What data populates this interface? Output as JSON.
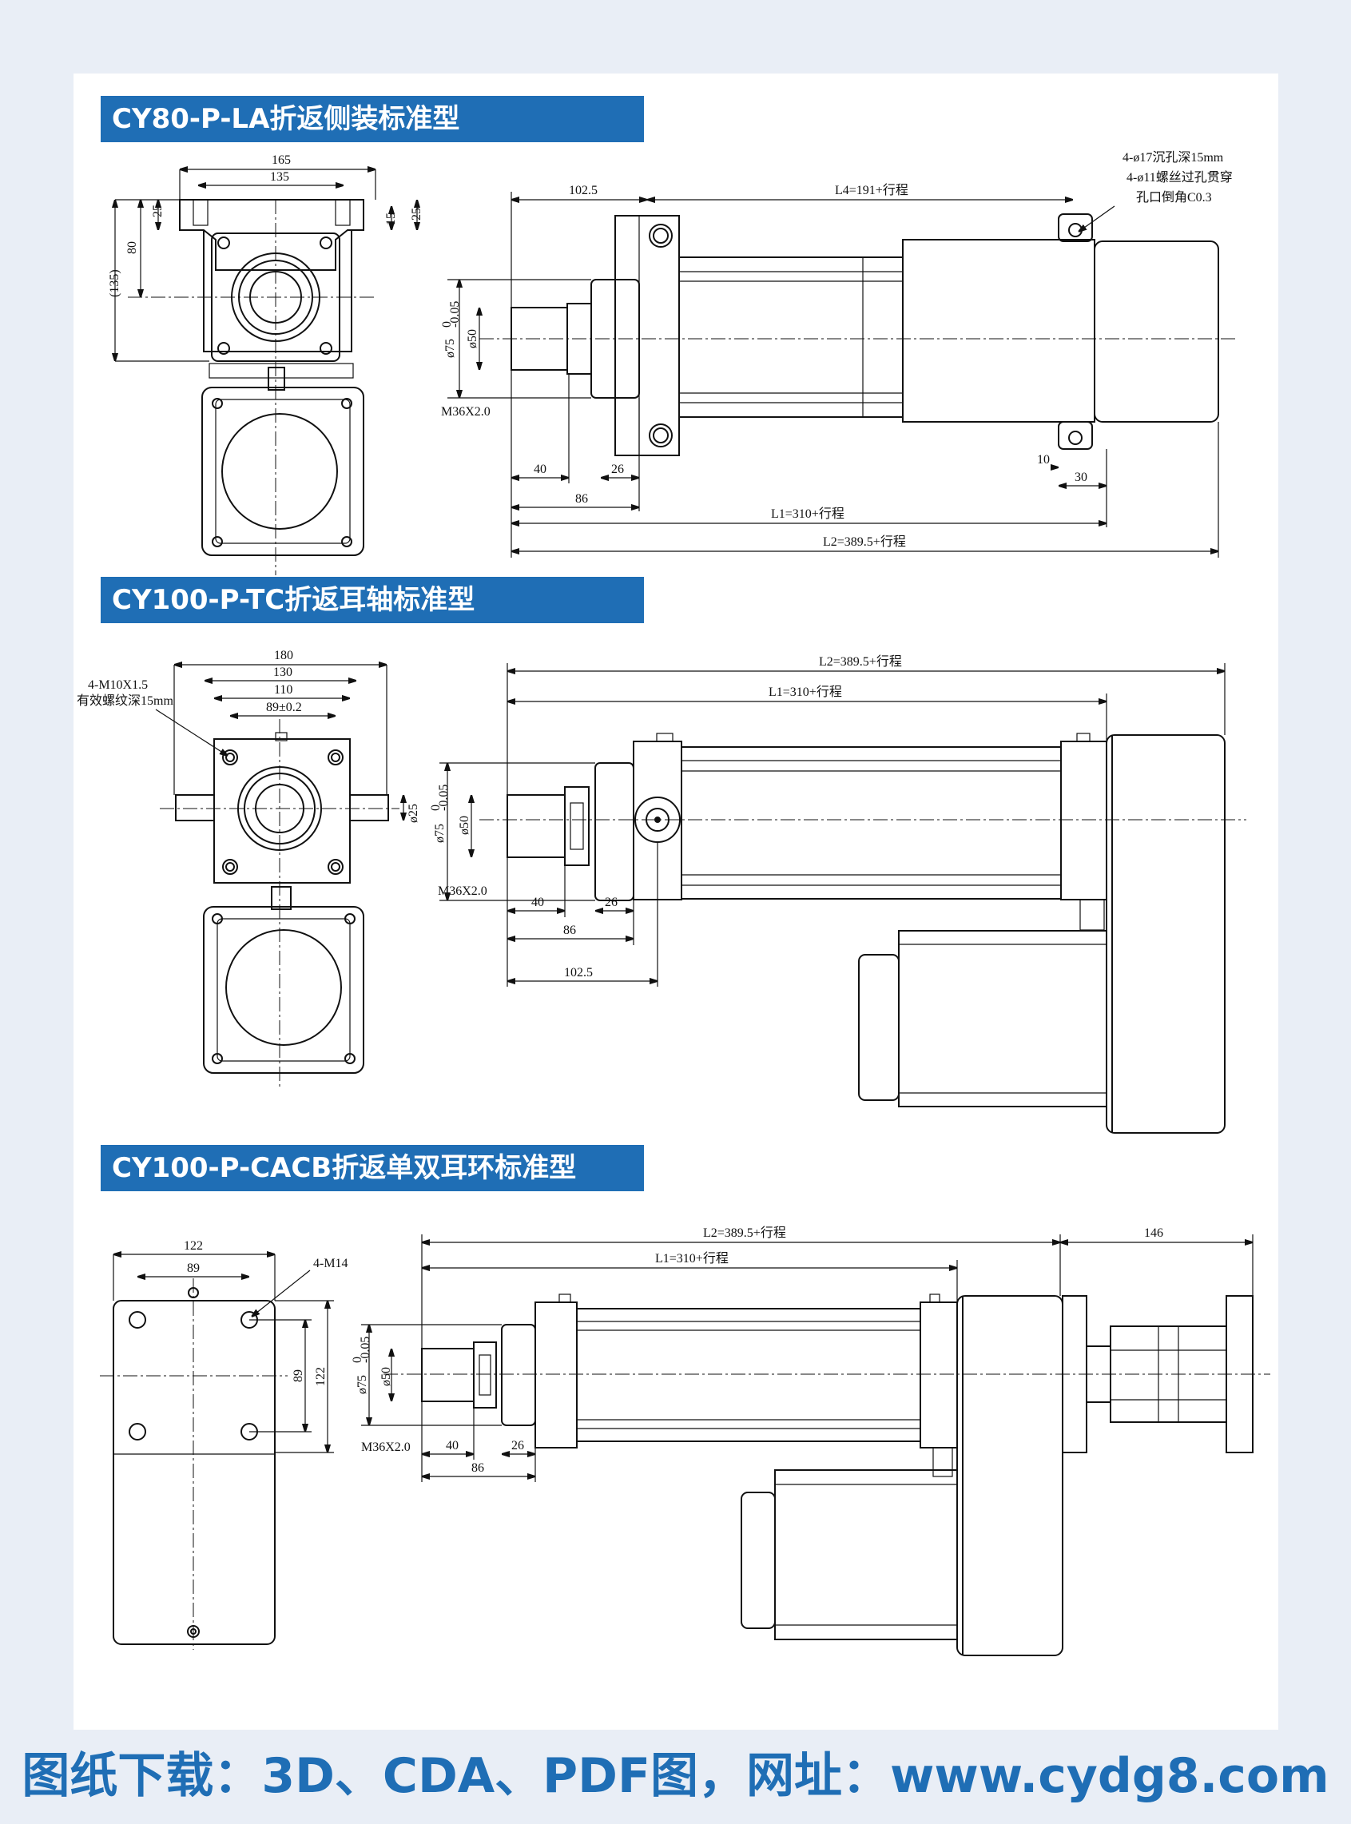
{
  "sections": [
    {
      "title": "CY80-P-LA折返侧装标准型",
      "end_view_dims": [
        "165",
        "135",
        "25",
        "80",
        "(135)",
        "15",
        "25"
      ],
      "side_view_dims": {
        "d1": "102.5",
        "l4": "L4=191+行程",
        "note1": "4-ø17沉孔深15mm",
        "note2": "4-ø11螺丝过孔贯穿",
        "note3": "孔口倒角C0.3",
        "dia75": "ø75",
        "dia75_tol": "0",
        "dia75_tol2": "-0.05",
        "dia50": "ø50",
        "thread": "M36X2.0",
        "d40": "40",
        "d26": "26",
        "d86": "86",
        "d10": "10",
        "d30": "30",
        "l1": "L1=310+行程",
        "l2": "L2=389.5+行程"
      }
    },
    {
      "title": "CY100-P-TC折返耳轴标准型",
      "end_view_dims": [
        "180",
        "130",
        "110",
        "89±0.2",
        "4-M10X1.5",
        "有效螺纹深15mm",
        "ø25"
      ],
      "side_view_dims": {
        "l2": "L2=389.5+行程",
        "l1": "L1=310+行程",
        "dia75": "ø75",
        "dia75_tol": "0",
        "dia75_tol2": "-0.05",
        "dia50": "ø50",
        "thread": "M36X2.0",
        "d40": "40",
        "d26": "26",
        "d86": "86",
        "d1": "102.5"
      }
    },
    {
      "title": "CY100-P-CACB折返单双耳环标准型",
      "end_view_dims": [
        "122",
        "89",
        "4-M14",
        "89",
        "122"
      ],
      "side_view_dims": {
        "l2": "L2=389.5+行程",
        "l1": "L1=310+行程",
        "d146": "146",
        "dia75": "ø75",
        "dia75_tol": "0",
        "dia75_tol2": "-0.05",
        "dia50": "ø50",
        "thread": "M36X2.0",
        "d40": "40",
        "d26": "26",
        "d86": "86"
      }
    }
  ],
  "footer": "图纸下载：3D、CDA、PDF图，网址：www.cydg8.com",
  "colors": {
    "brand": "#1f6eb5",
    "page_bg": "#e9eef6",
    "sheet": "#ffffff",
    "line": "#111111"
  }
}
